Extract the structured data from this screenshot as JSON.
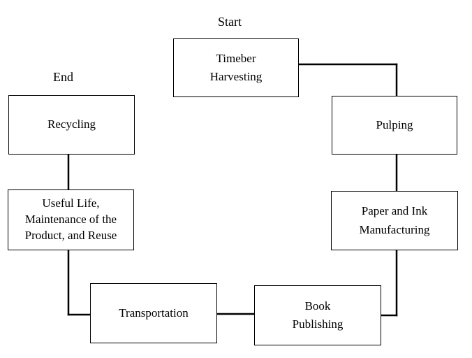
{
  "start_label": "Start",
  "end_label": "End",
  "steps": [
    {
      "id": "timber-harvesting",
      "label": "Timeber\nHarvesting"
    },
    {
      "id": "pulping",
      "label": "Pulping"
    },
    {
      "id": "paper-ink-manufacturing",
      "label": "Paper and Ink\nManufacturing"
    },
    {
      "id": "book-publishing",
      "label": "Book\nPublishing"
    },
    {
      "id": "transportation",
      "label": "Transportation"
    },
    {
      "id": "useful-life",
      "label": "Useful Life,\nMaintenance of the\nProduct, and Reuse"
    },
    {
      "id": "recycling",
      "label": "Recycling"
    }
  ],
  "colors": {
    "line": "#000000",
    "box_border": "#000000",
    "background": "#ffffff",
    "text": "#000000"
  }
}
